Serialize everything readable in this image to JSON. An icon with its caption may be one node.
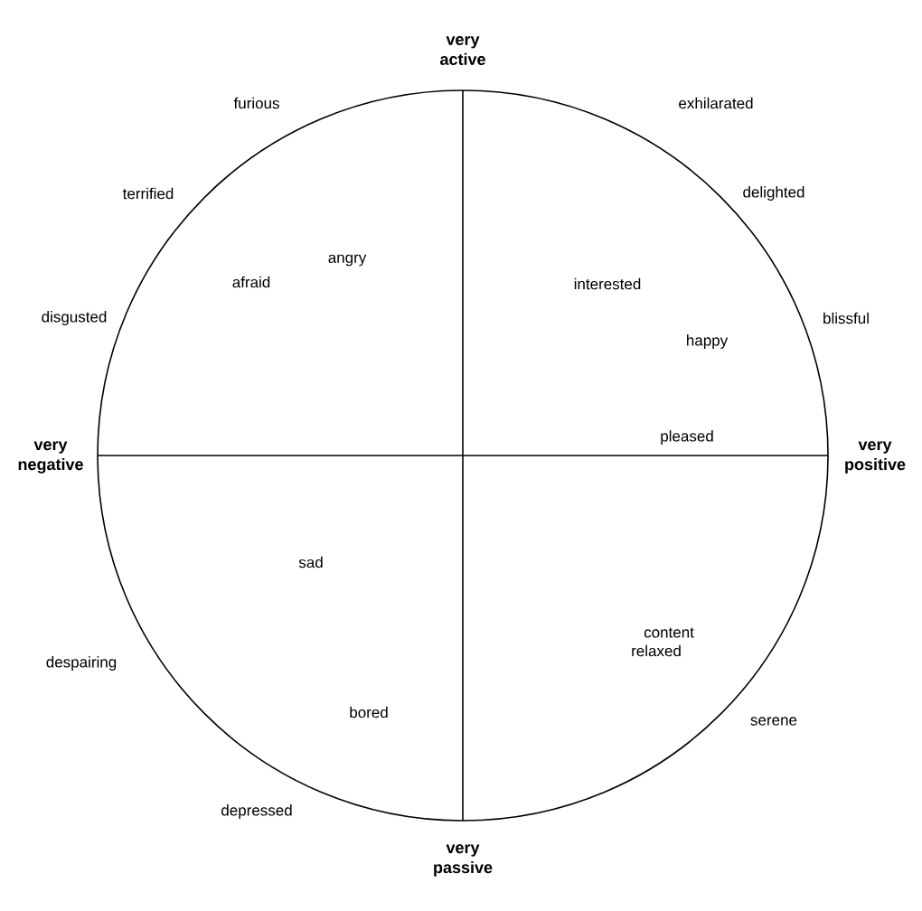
{
  "diagram": {
    "labels": [
      "very active",
      "furious",
      "exhilarated",
      "terrified",
      "delighted",
      "angry",
      "afraid",
      "interested",
      "disgusted",
      "blissful",
      "happy",
      "very negative",
      "pleased",
      "very positive",
      "sad",
      "content",
      "relaxed",
      "despairing",
      "bored",
      "serene",
      "depressed",
      "very passive"
    ]
  }
}
